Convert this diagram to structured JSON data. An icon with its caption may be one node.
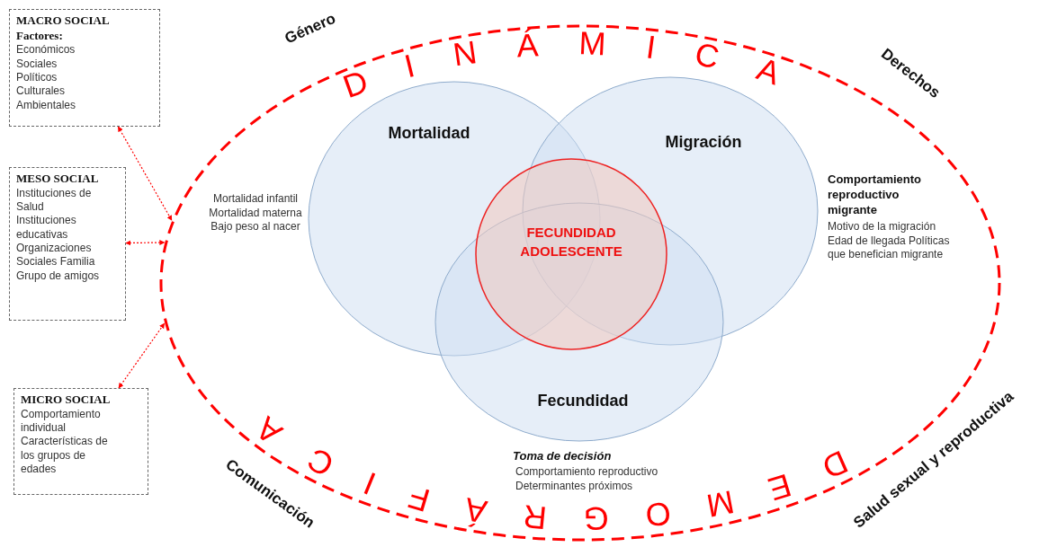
{
  "diagram": {
    "nodes": [
      {
        "text": [
          "MACRO SOCIAL Factores:",
          "Económicos Sociales Políticos Culturales Ambientales"
        ]
      },
      {
        "text": [
          "MESO SOCIAL",
          "Instituciones de Salud Instituciones educativas Organizaciones Sociales Familia Grupo de amigos"
        ]
      },
      {
        "text": [
          "MICRO SOCIAL",
          "Comportamiento individual Características de los grupos de edades"
        ]
      },
      {
        "text": [
          "DINÁMICA",
          "DEMOGRÁFICA"
        ]
      },
      {
        "text": [
          "Mortalidad"
        ],
        "in": 3,
        "beside": [
          "Mortalidad infantil Mortalidad materna Bajo peso al nacer"
        ]
      },
      {
        "text": [
          "Migración"
        ],
        "in": 3,
        "beside": [
          "Comportamiento reproductivo migrante",
          "Motivo de la migración Edad de llegada Políticas que benefician migrante"
        ]
      },
      {
        "text": [
          "Fecundidad"
        ],
        "in": 3,
        "beside": [
          "Toma de decisión",
          "Comportamiento reproductivo Determinantes próximos"
        ]
      },
      {
        "text": [
          "FECUNDIDAD ADOLESCENTE"
        ],
        "in": 3
      }
    ],
    "edges": [
      {
        "from": 0,
        "to": 3,
        "arrow": "both"
      },
      {
        "from": 1,
        "to": 3,
        "arrow": "both"
      },
      {
        "from": 2,
        "to": 3,
        "arrow": "both"
      }
    ],
    "labels": [
      "Género",
      "Derechos",
      "Comunicación",
      "Salud sexual y reproductiva"
    ]
  }
}
